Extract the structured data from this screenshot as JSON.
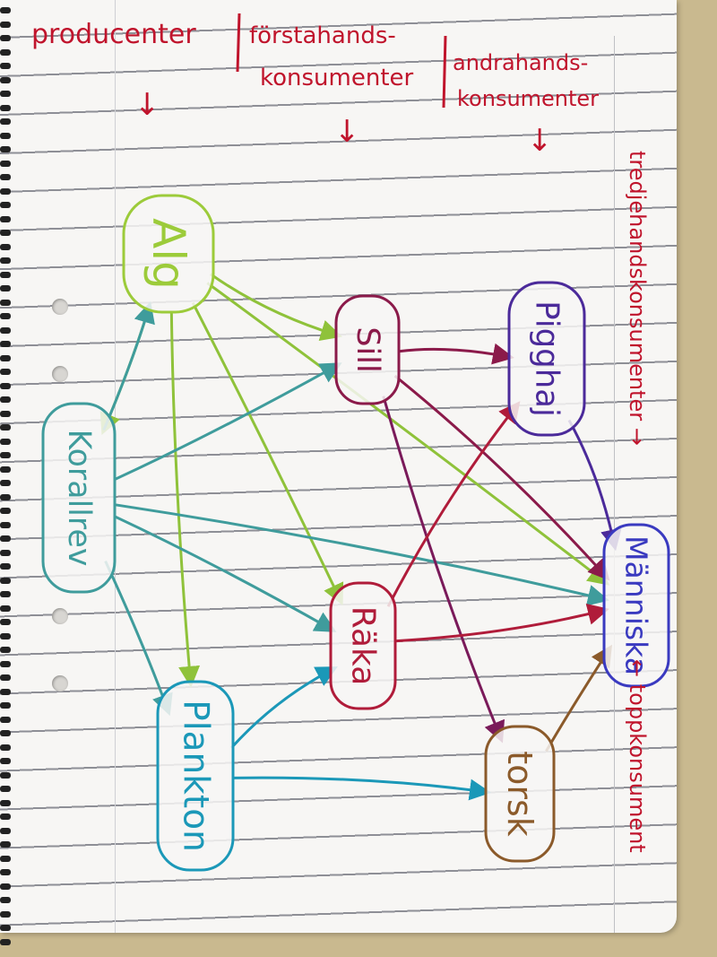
{
  "headers": {
    "producers": "producenter",
    "primary": "förstahands-",
    "primary2": "konsumenter",
    "secondary": "andrahands-",
    "secondary2": "konsumenter",
    "tertiary": "tredjehandskonsumenter →",
    "top": "← toppkonsument",
    "down_arrow": "↓"
  },
  "colors": {
    "header": "#c0142c",
    "paper": "#f7f6f4"
  },
  "nodes": [
    {
      "id": "alg",
      "label": "Alg",
      "color": "#9ccb3a"
    },
    {
      "id": "sill",
      "label": "Sill",
      "color": "#8b1a4a"
    },
    {
      "id": "pigghaj",
      "label": "Pigghaj",
      "color": "#4b2a9a"
    },
    {
      "id": "korallrev",
      "label": "Korallrev",
      "color": "#3f9c9c"
    },
    {
      "id": "manniska",
      "label": "Människa",
      "color": "#3a3ac0"
    },
    {
      "id": "raka",
      "label": "Räka",
      "color": "#b01c3a"
    },
    {
      "id": "plankton",
      "label": "Plankton",
      "color": "#1b98b8"
    },
    {
      "id": "torsk",
      "label": "torsk",
      "color": "#8b5a2a"
    }
  ],
  "edges": [
    {
      "from": "alg",
      "to": "sill",
      "color": "#8fc23a"
    },
    {
      "from": "alg",
      "to": "korallrev",
      "color": "#8fc23a"
    },
    {
      "from": "alg",
      "to": "plankton",
      "color": "#8fc23a"
    },
    {
      "from": "alg",
      "to": "raka",
      "color": "#8fc23a"
    },
    {
      "from": "alg",
      "to": "manniska",
      "color": "#8fc23a"
    },
    {
      "from": "korallrev",
      "to": "alg",
      "color": "#3f9c9c"
    },
    {
      "from": "korallrev",
      "to": "sill",
      "color": "#3f9c9c"
    },
    {
      "from": "korallrev",
      "to": "manniska",
      "color": "#3f9c9c"
    },
    {
      "from": "korallrev",
      "to": "raka",
      "color": "#3f9c9c"
    },
    {
      "from": "korallrev",
      "to": "plankton",
      "color": "#3f9c9c"
    },
    {
      "from": "sill",
      "to": "pigghaj",
      "color": "#8b1a4a"
    },
    {
      "from": "sill",
      "to": "manniska",
      "color": "#8b1a4a"
    },
    {
      "from": "sill",
      "to": "torsk",
      "color": "#7a1a5a"
    },
    {
      "from": "pigghaj",
      "to": "manniska",
      "color": "#4b2a9a"
    },
    {
      "from": "raka",
      "to": "pigghaj",
      "color": "#b01c3a"
    },
    {
      "from": "raka",
      "to": "manniska",
      "color": "#b01c3a"
    },
    {
      "from": "plankton",
      "to": "raka",
      "color": "#1b98b8"
    },
    {
      "from": "plankton",
      "to": "torsk",
      "color": "#1b98b8"
    },
    {
      "from": "torsk",
      "to": "manniska",
      "color": "#8b5a2a"
    }
  ]
}
